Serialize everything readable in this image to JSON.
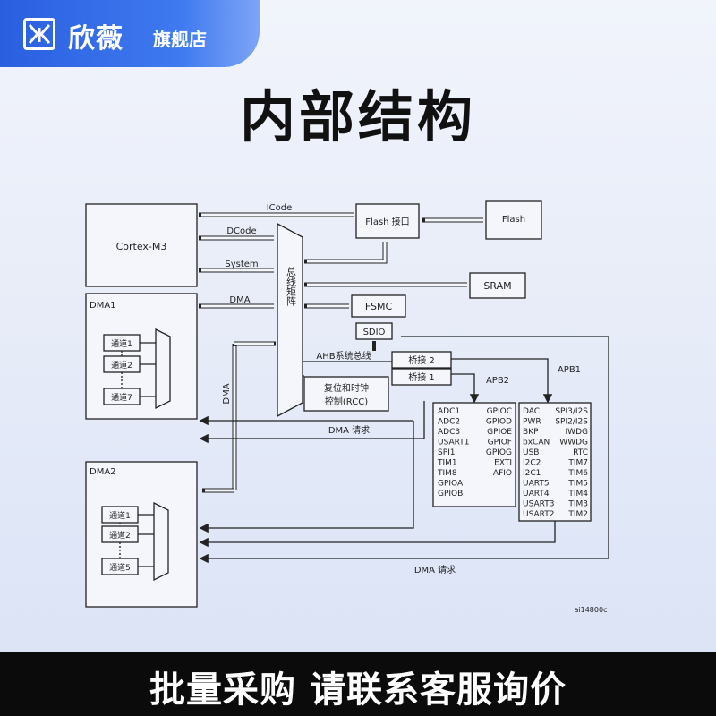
{
  "brand": {
    "name": "欣薇",
    "store": "旗舰店"
  },
  "title": "内部结构",
  "footer": {
    "text": "批量采购 请联系客服询价"
  },
  "diagram": {
    "cortex": "Cortex-M3",
    "flash_if": "Flash 接口",
    "flash": "Flash",
    "sram": "SRAM",
    "fsmc": "FSMC",
    "sdio": "SDIO",
    "icode": "ICode",
    "dcode": "DCode",
    "system": "System",
    "dma_bus": "DMA",
    "bus_matrix": "总线矩阵",
    "dma_vertical": "DMA",
    "ahb": "AHB系统总线",
    "bridge2": "桥接 2",
    "bridge1": "桥接 1",
    "rcc_line1": "复位和时钟",
    "rcc_line2": "控制(RCC)",
    "apb2": "APB2",
    "apb1": "APB1",
    "dma1": {
      "label": "DMA1",
      "ch1": "通道1",
      "ch2": "通道2",
      "ch7": "通道7"
    },
    "dma2": {
      "label": "DMA2",
      "ch1": "通道1",
      "ch2": "通道2",
      "ch5": "通道5"
    },
    "dma_req": "DMA 请求",
    "dma_req2": "DMA 请求",
    "apb2_left": [
      "ADC1",
      "ADC2",
      "ADC3",
      "USART1",
      "SPI1",
      "TIM1",
      "TIM8",
      "GPIOA",
      "GPIOB"
    ],
    "apb2_right": [
      "GPIOC",
      "GPIOD",
      "GPIOE",
      "GPIOF",
      "GPIOG",
      "EXTI",
      "AFIO"
    ],
    "apb1_left": [
      "DAC",
      "PWR",
      "BKP",
      "bxCAN",
      "USB",
      "I2C2",
      "I2C1",
      "UART5",
      "UART4",
      "USART3",
      "USART2"
    ],
    "apb1_right": [
      "SPI3/I2S",
      "SPI2/I2S",
      "IWDG",
      "WWDG",
      "RTC",
      "TIM7",
      "TIM6",
      "TIM5",
      "TIM4",
      "TIM3",
      "TIM2"
    ],
    "ref": "ai14800c"
  }
}
